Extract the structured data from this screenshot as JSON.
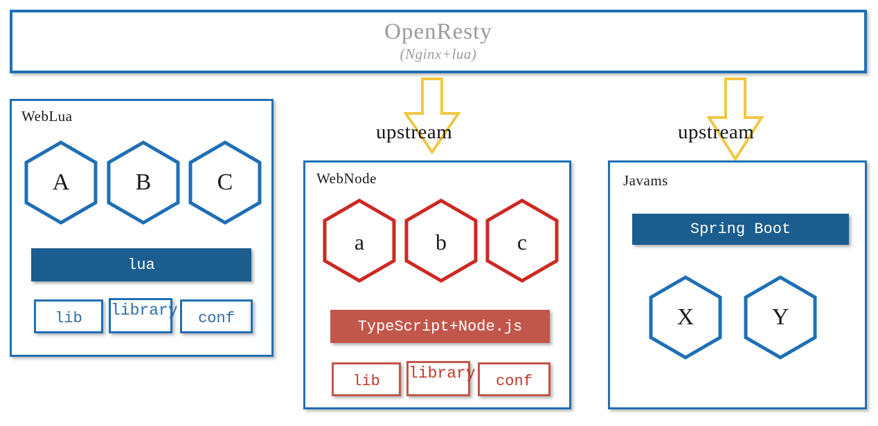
{
  "header": {
    "title": "OpenResty",
    "subtitle": "(Nginx+lua)",
    "border_color": "#1F6FB5",
    "text_color": "#9a9a9a"
  },
  "arrows": [
    {
      "label": "upstream",
      "name": "upstream-arrow-weblua-to-webnode",
      "color": "#F2C744"
    },
    {
      "label": "upstream",
      "name": "upstream-arrow-to-javams",
      "color": "#F2C744"
    }
  ],
  "panels": [
    {
      "id": "weblua",
      "title": "WebLua",
      "border_color": "#1F6FB5",
      "accent_color": "#1B5D8E",
      "hexagons": [
        {
          "label": "A"
        },
        {
          "label": "B"
        },
        {
          "label": "C"
        }
      ],
      "bar": {
        "label": "lua",
        "color": "#1B5D8E",
        "text_color": "#ffffff"
      },
      "boxes": [
        {
          "label": "lib"
        },
        {
          "label": "library"
        },
        {
          "label": "conf"
        }
      ]
    },
    {
      "id": "webnode",
      "title": "WebNode",
      "border_color": "#1F6FB5",
      "accent_color": "#C1564B",
      "hexagons": [
        {
          "label": "a"
        },
        {
          "label": "b"
        },
        {
          "label": "c"
        }
      ],
      "bar": {
        "label": "TypeScript+Node.js",
        "color": "#C1564B",
        "text_color": "#ffffff"
      },
      "boxes": [
        {
          "label": "lib"
        },
        {
          "label": "library"
        },
        {
          "label": "conf"
        }
      ]
    },
    {
      "id": "javams",
      "title": "Javams",
      "border_color": "#1F6FB5",
      "accent_color": "#1B5D8E",
      "bar": {
        "label": "Spring Boot",
        "color": "#1B5D8E",
        "text_color": "#ffffff"
      },
      "hexagons": [
        {
          "label": "X"
        },
        {
          "label": "Y"
        }
      ]
    }
  ]
}
